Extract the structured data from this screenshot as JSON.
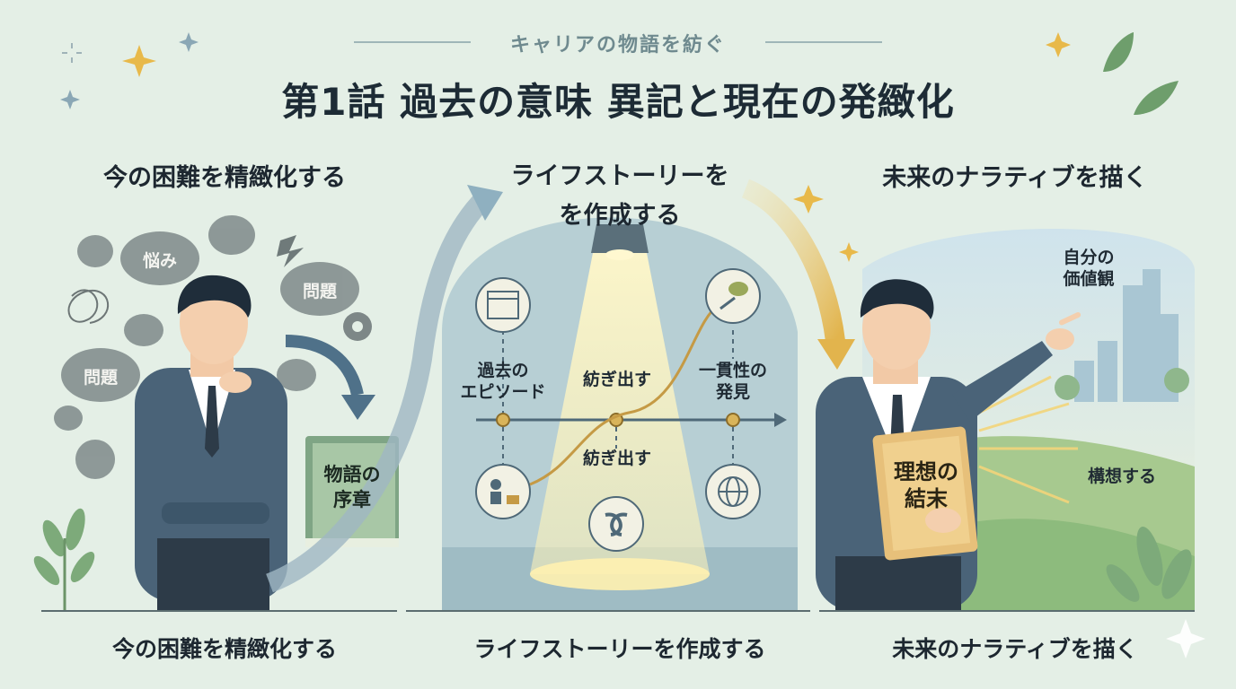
{
  "header": {
    "eyebrow": "キャリアの物語を紡ぐ",
    "title": "第1話  過去の意味  異記と現在の発緻化"
  },
  "columns": {
    "left": {
      "heading": "今の困難を精緻化する",
      "footer": "今の困難を精緻化する",
      "bubbles": {
        "worry": "悩み",
        "problem_top": "問題",
        "problem_left": "問題"
      },
      "book_line1": "物語の",
      "book_line2": "序章"
    },
    "center": {
      "heading_line1": "ライフストーリーを",
      "heading_line2": "を作成する",
      "footer": "ライフストーリーを作成する",
      "past_line1": "過去の",
      "past_line2": "エピソード",
      "weave_top": "紡ぎ出す",
      "consistency_line1": "一貫性の",
      "consistency_line2": "発見",
      "weave_bottom": "紡ぎ出す"
    },
    "right": {
      "heading": "未来のナラティブを描く",
      "footer": "未来のナラティブを描く",
      "values_line1": "自分の",
      "values_line2": "価値観",
      "envision": "構想する",
      "book_line1": "理想の",
      "book_line2": "結末"
    }
  },
  "colors": {
    "background": "#e4efe6",
    "suit": "#4a6378",
    "arrow": "#6f93a8",
    "gold_arrow": "#e6c77a",
    "stage": "#b7cfd4"
  }
}
